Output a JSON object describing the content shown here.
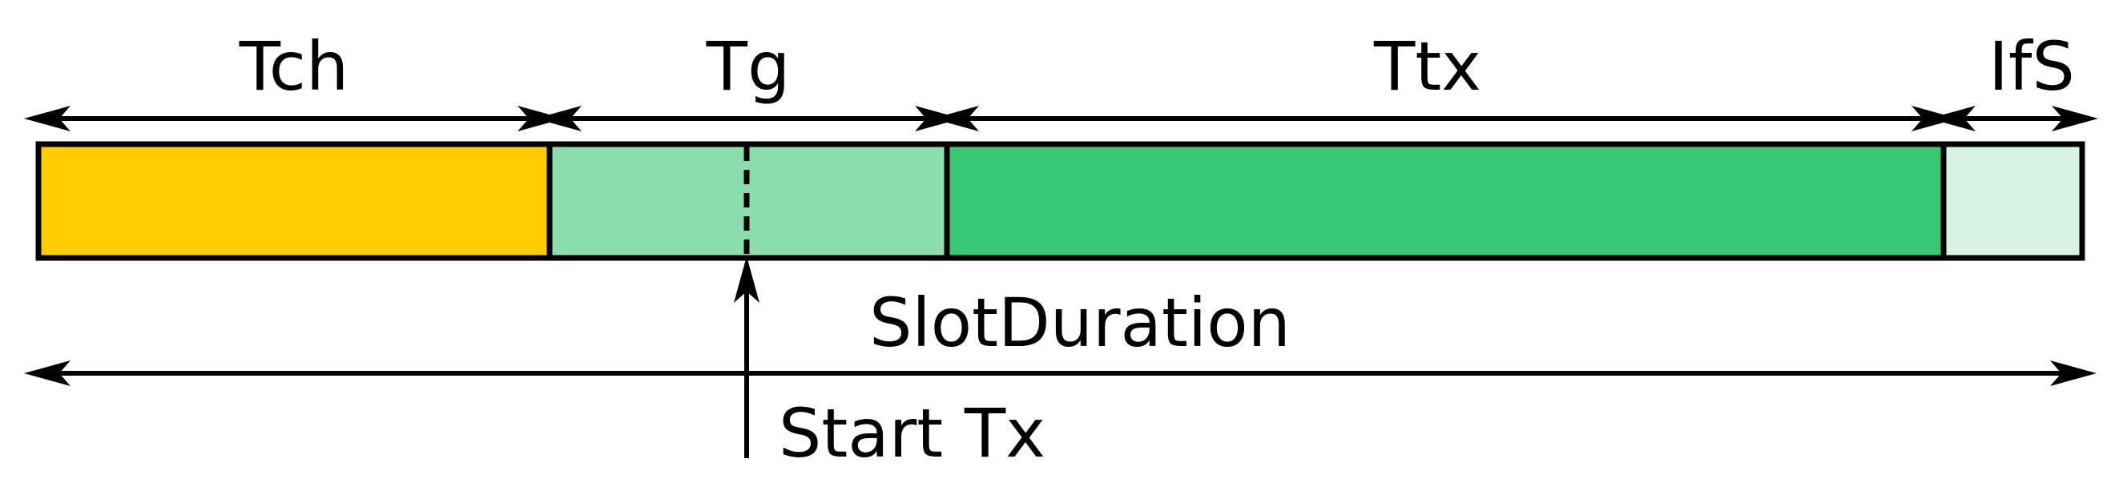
{
  "segments": [
    {
      "id": "tch",
      "label": "Tch",
      "color": "#FFCC00"
    },
    {
      "id": "tg",
      "label": "Tg",
      "color": "#8CDFAD"
    },
    {
      "id": "ttx",
      "label": "Ttx",
      "color": "#3AC774"
    },
    {
      "id": "ifs",
      "label": "IfS",
      "color": "#D6F3E2"
    }
  ],
  "slot_label": "SlotDuration",
  "start_label": "Start Tx"
}
